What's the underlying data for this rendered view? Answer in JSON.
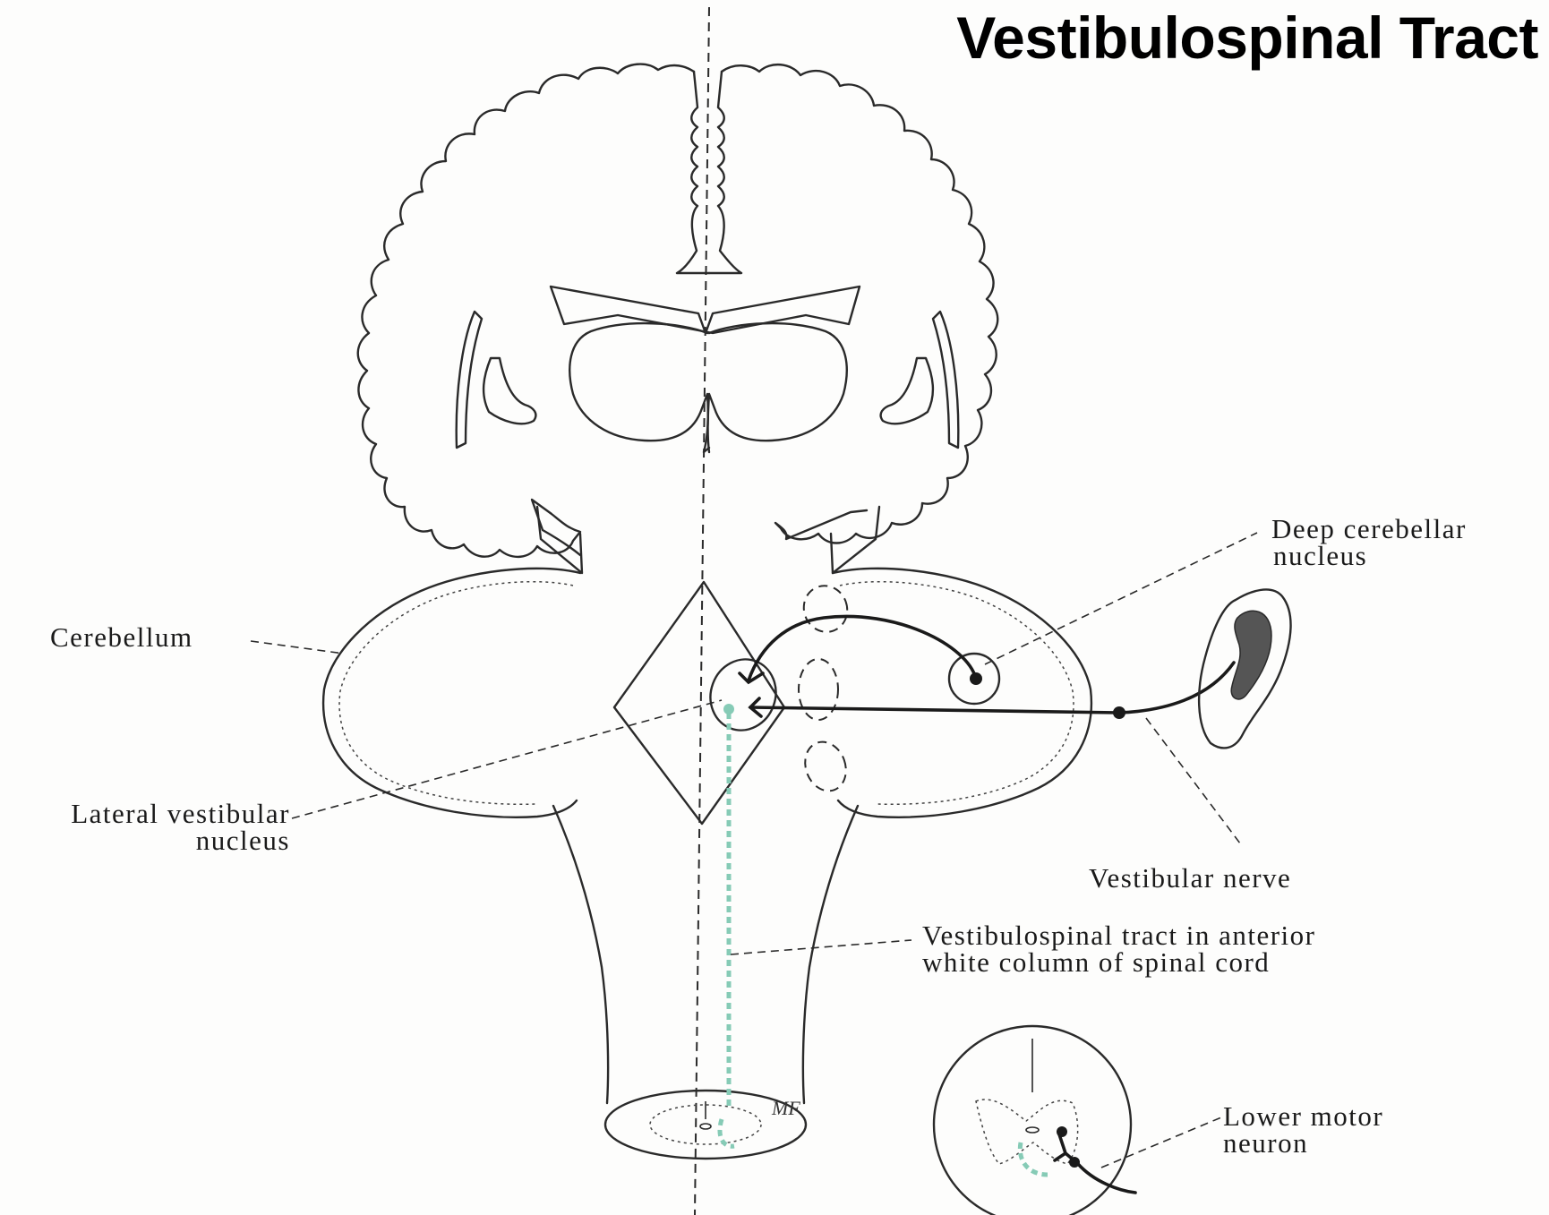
{
  "title": "Vestibulospinal Tract",
  "labels": {
    "deep_cerebellar_nucleus": [
      "Deep cerebellar",
      "nucleus"
    ],
    "cerebellum": "Cerebellum",
    "lateral_vestibular_nucleus": [
      "Lateral vestibular",
      "nucleus"
    ],
    "vestibular_nerve": "Vestibular nerve",
    "vestibulospinal_tract": [
      "Vestibulospinal tract in anterior",
      "white column of spinal cord"
    ],
    "lower_motor_neuron": [
      "Lower motor",
      "neuron"
    ]
  },
  "artist_initials": "MF",
  "colors": {
    "tract": "#86cbb6",
    "ink": "#2a2a2a"
  }
}
